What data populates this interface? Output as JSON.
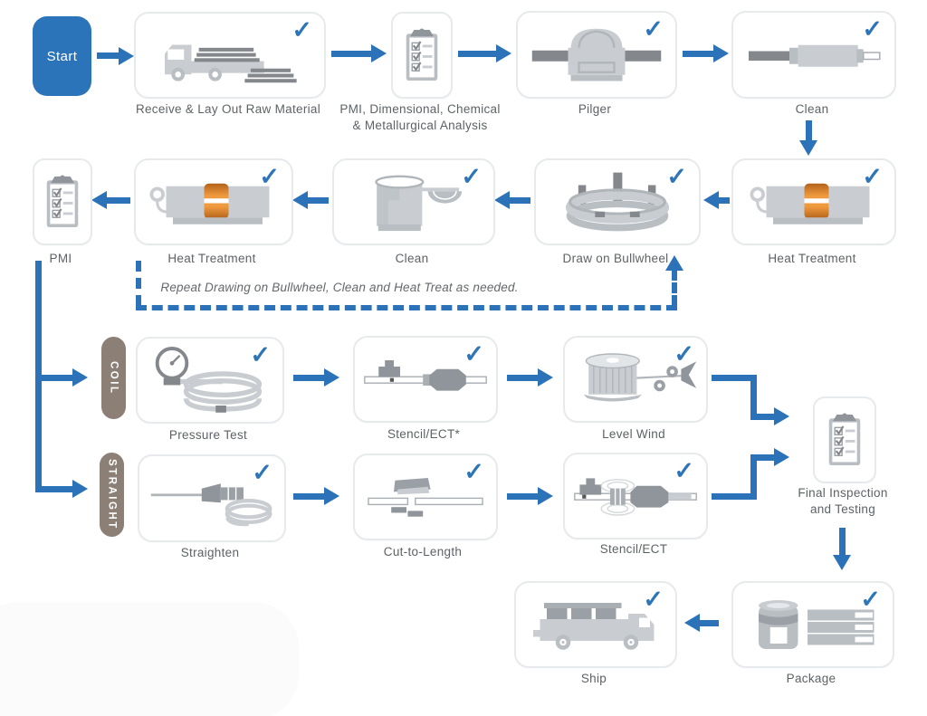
{
  "colors": {
    "accent_blue": "#2b72b8",
    "pill_taupe": "#8c8076",
    "label_gray": "#5d6266",
    "box_border": "#e7eaec",
    "icon_light": "#c9cdd1",
    "icon_mid": "#a9aeb3",
    "icon_dark": "#8f959a",
    "heat_orange": "#e8923c",
    "background": "#ffffff"
  },
  "start": {
    "label": "Start"
  },
  "pills": {
    "coil": "COIL",
    "straight": "STRAIGHT"
  },
  "loop_note": "Repeat Drawing on Bullwheel, Clean and Heat Treat as needed.",
  "checkmark_glyph": "✓",
  "nodes": {
    "receive": {
      "label": "Receive & Lay Out Raw Material",
      "icon": "truck-flatbed-icon",
      "checked": true
    },
    "analysis": {
      "label_line1": "PMI, Dimensional, Chemical",
      "label_line2": "& Metallurgical Analysis",
      "icon": "clipboard-checklist-icon",
      "checked": false
    },
    "pilger": {
      "label": "Pilger",
      "icon": "pilger-mill-icon",
      "checked": true
    },
    "clean1": {
      "label": "Clean",
      "icon": "clean-tube-icon",
      "checked": true
    },
    "heat_right": {
      "label": "Heat Treatment",
      "icon": "furnace-icon",
      "checked": true
    },
    "bullwheel": {
      "label": "Draw on Bullwheel",
      "icon": "bullwheel-icon",
      "checked": true
    },
    "clean2": {
      "label": "Clean",
      "icon": "clean-tank-icon",
      "checked": true
    },
    "heat_left": {
      "label": "Heat Treatment",
      "icon": "furnace-icon",
      "checked": true
    },
    "pmi": {
      "label": "PMI",
      "icon": "clipboard-checklist-icon",
      "checked": false
    },
    "pressure_test": {
      "label": "Pressure Test",
      "icon": "gauge-coil-icon",
      "checked": true
    },
    "stencil_ect_coil": {
      "label": "Stencil/ECT*",
      "icon": "stencil-machine-icon",
      "checked": true
    },
    "level_wind": {
      "label": "Level Wind",
      "icon": "spool-winder-icon",
      "checked": true
    },
    "straighten": {
      "label": "Straighten",
      "icon": "straightener-icon",
      "checked": true
    },
    "cut_to_length": {
      "label": "Cut-to-Length",
      "icon": "cutter-icon",
      "checked": true
    },
    "stencil_ect_str": {
      "label": "Stencil/ECT",
      "icon": "stencil-machine-waves-icon",
      "checked": true
    },
    "final_inspection": {
      "label_line1": "Final Inspection",
      "label_line2": "and Testing",
      "icon": "clipboard-checklist-icon",
      "checked": false
    },
    "package": {
      "label": "Package",
      "icon": "drum-bundle-icon",
      "checked": true
    },
    "ship": {
      "label": "Ship",
      "icon": "truck-cargo-icon",
      "checked": true
    }
  }
}
